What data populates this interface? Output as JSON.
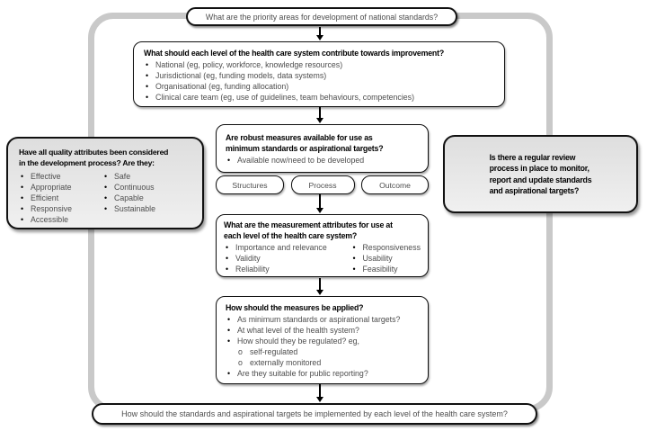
{
  "colors": {
    "frame_gray": "#c9c9c9",
    "border_black": "#111111",
    "gray_box_top": "#dedede",
    "gray_box_bottom": "#f0f0f0",
    "muted_text": "#4d4d4d"
  },
  "top_question": "What are the priority areas for development of national standards?",
  "contribute": {
    "heading": "What should each level of the health care system contribute towards improvement?",
    "bullets": [
      "National (eg, policy, workforce, knowledge resources)",
      "Jurisdictional (eg, funding models, data systems)",
      "Organisational (eg, funding allocation)",
      "Clinical care team (eg, use of guidelines, team behaviours, competencies)"
    ]
  },
  "robust": {
    "heading_lines": [
      "Are robust measures available for use as",
      "minimum standards or aspirational targets?"
    ],
    "bullets": [
      "Available now/need to be developed"
    ]
  },
  "measure_types": [
    "Structures",
    "Process",
    "Outcome"
  ],
  "attributes": {
    "heading_lines": [
      "What are the measurement attributes for use at",
      "each level of the health care system?"
    ],
    "col1": [
      "Importance and relevance",
      "Validity",
      "Reliability"
    ],
    "col2": [
      "Responsiveness",
      "Usability",
      "Feasibility"
    ]
  },
  "applied": {
    "heading": "How should the measures be applied?",
    "items": [
      {
        "text": "As minimum standards or aspirational targets?"
      },
      {
        "text": "At what level of the health system?"
      },
      {
        "text": "How should they be regulated? eg,",
        "sub": [
          "self-regulated",
          "externally monitored"
        ]
      },
      {
        "text": "Are they suitable for public reporting?"
      }
    ]
  },
  "quality": {
    "heading_lines": [
      "Have all quality attributes been considered",
      "in the development process? Are they:"
    ],
    "col1": [
      "Effective",
      "Appropriate",
      "Efficient",
      "Responsive",
      "Accessible"
    ],
    "col2": [
      "Safe",
      "Continuous",
      "Capable",
      "Sustainable"
    ]
  },
  "review": {
    "lines": [
      "Is there a regular review",
      "process in place to monitor,",
      "report and update standards",
      "and aspirational targets?"
    ]
  },
  "bottom_question": "How should the standards and aspirational targets be implemented by each level of the health care system?"
}
